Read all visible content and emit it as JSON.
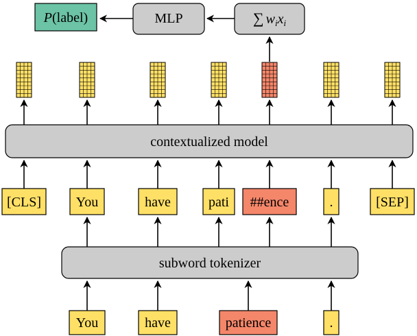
{
  "colors": {
    "token": "#ffe066",
    "token_highlight": "#f4866a",
    "vector": "#ffe066",
    "vector_highlight": "#f4866a",
    "output": "#6cc3a6",
    "gray_box": "#cccccc"
  },
  "top": {
    "output_prefix": "P",
    "output_suffix": "(label)",
    "mlp": "MLP",
    "sum_symbol": "∑",
    "sum_w": "w",
    "sum_x": "x",
    "sum_sub": "i"
  },
  "model_label": "contextualized model",
  "tokenizer_label": "subword tokenizer",
  "subword_tokens": [
    {
      "text": "[CLS]",
      "highlight": false
    },
    {
      "text": "You",
      "highlight": false
    },
    {
      "text": "have",
      "highlight": false
    },
    {
      "text": "pati",
      "highlight": false
    },
    {
      "text": "##ence",
      "highlight": true
    },
    {
      "text": ".",
      "highlight": false
    },
    {
      "text": "[SEP]",
      "highlight": false
    }
  ],
  "input_words": [
    {
      "text": "You",
      "highlight": false
    },
    {
      "text": "have",
      "highlight": false
    },
    {
      "text": "patience",
      "highlight": true
    },
    {
      "text": ".",
      "highlight": false
    }
  ],
  "vector_highlight_index": 4
}
